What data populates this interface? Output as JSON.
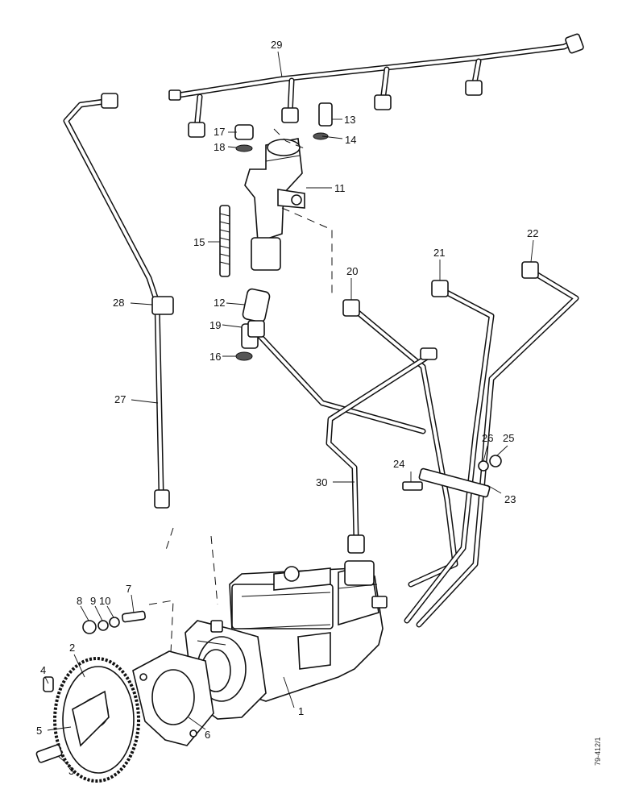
{
  "diagram": {
    "callouts": [
      {
        "id": "1",
        "text": "1"
      },
      {
        "id": "2",
        "text": "2"
      },
      {
        "id": "3",
        "text": "3"
      },
      {
        "id": "4",
        "text": "4"
      },
      {
        "id": "5",
        "text": "5"
      },
      {
        "id": "6",
        "text": "6"
      },
      {
        "id": "7",
        "text": "7"
      },
      {
        "id": "8",
        "text": "8"
      },
      {
        "id": "9",
        "text": "9"
      },
      {
        "id": "10",
        "text": "10"
      },
      {
        "id": "11",
        "text": "11"
      },
      {
        "id": "12",
        "text": "12"
      },
      {
        "id": "13",
        "text": "13"
      },
      {
        "id": "14",
        "text": "14"
      },
      {
        "id": "15",
        "text": "15"
      },
      {
        "id": "16",
        "text": "16"
      },
      {
        "id": "17",
        "text": "17"
      },
      {
        "id": "18",
        "text": "18"
      },
      {
        "id": "19",
        "text": "19"
      },
      {
        "id": "20",
        "text": "20"
      },
      {
        "id": "21",
        "text": "21"
      },
      {
        "id": "22",
        "text": "22"
      },
      {
        "id": "23",
        "text": "23"
      },
      {
        "id": "24",
        "text": "24"
      },
      {
        "id": "25",
        "text": "25"
      },
      {
        "id": "26",
        "text": "26"
      },
      {
        "id": "27",
        "text": "27"
      },
      {
        "id": "28",
        "text": "28"
      },
      {
        "id": "29",
        "text": "29"
      },
      {
        "id": "30",
        "text": "30"
      }
    ],
    "reference_code": "79-412/1"
  }
}
